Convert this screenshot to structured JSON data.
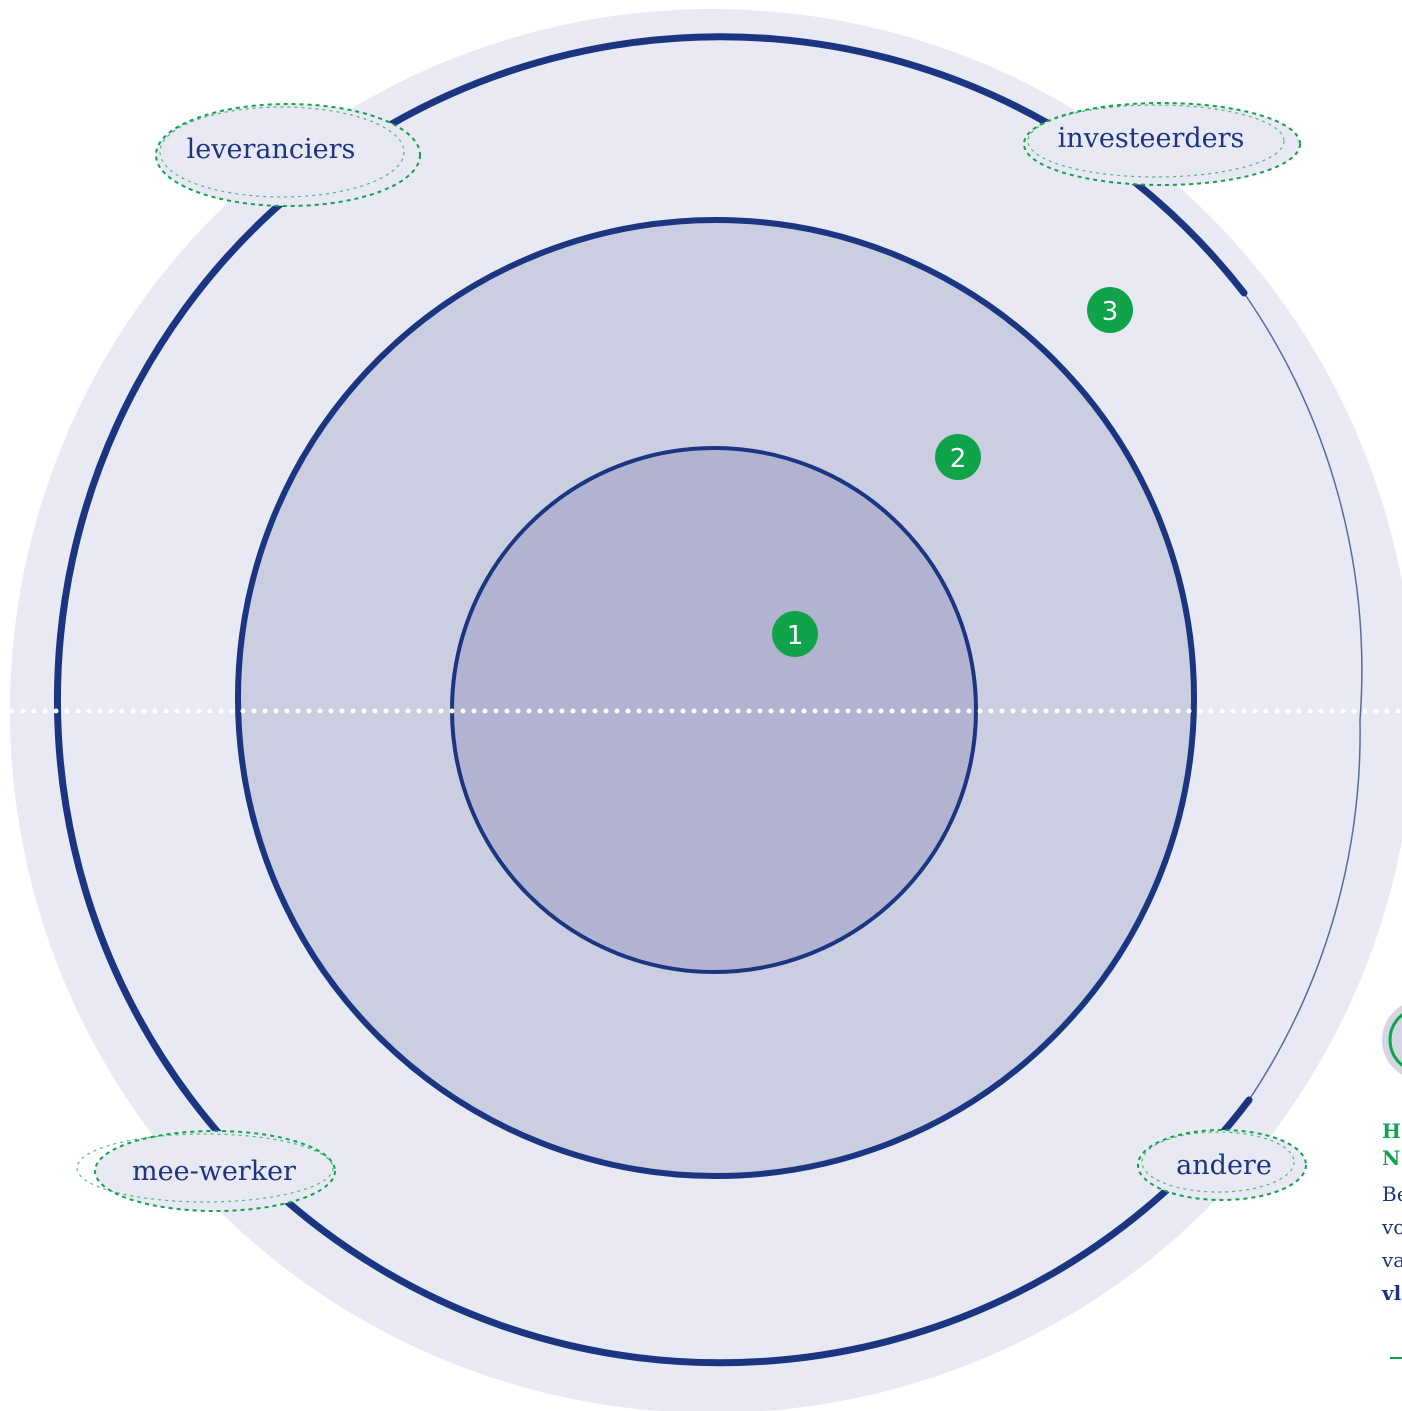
{
  "rings": [
    {
      "number": "1"
    },
    {
      "number": "2"
    },
    {
      "number": "3"
    }
  ],
  "stakeholders": [
    {
      "id": "leveranciers",
      "label": "leveranciers"
    },
    {
      "id": "investeerders",
      "label": "investeerders"
    },
    {
      "id": "mee-werker",
      "label": "mee-werker"
    },
    {
      "id": "andere",
      "label": "andere"
    }
  ],
  "side_panel": {
    "title_line1": "H",
    "title_line2": "N",
    "body_line1": "Be",
    "body_line2": "vo",
    "body_line3": "va",
    "bold_line": "vl"
  },
  "colors": {
    "outer_ring": "#e8e9f2",
    "middle_ring": "#cbcde0",
    "inner_circle": "#b1b3d1",
    "stroke": "#1b3580",
    "accent_green": "#0fa34a",
    "dotted_line": "#ffffff"
  }
}
